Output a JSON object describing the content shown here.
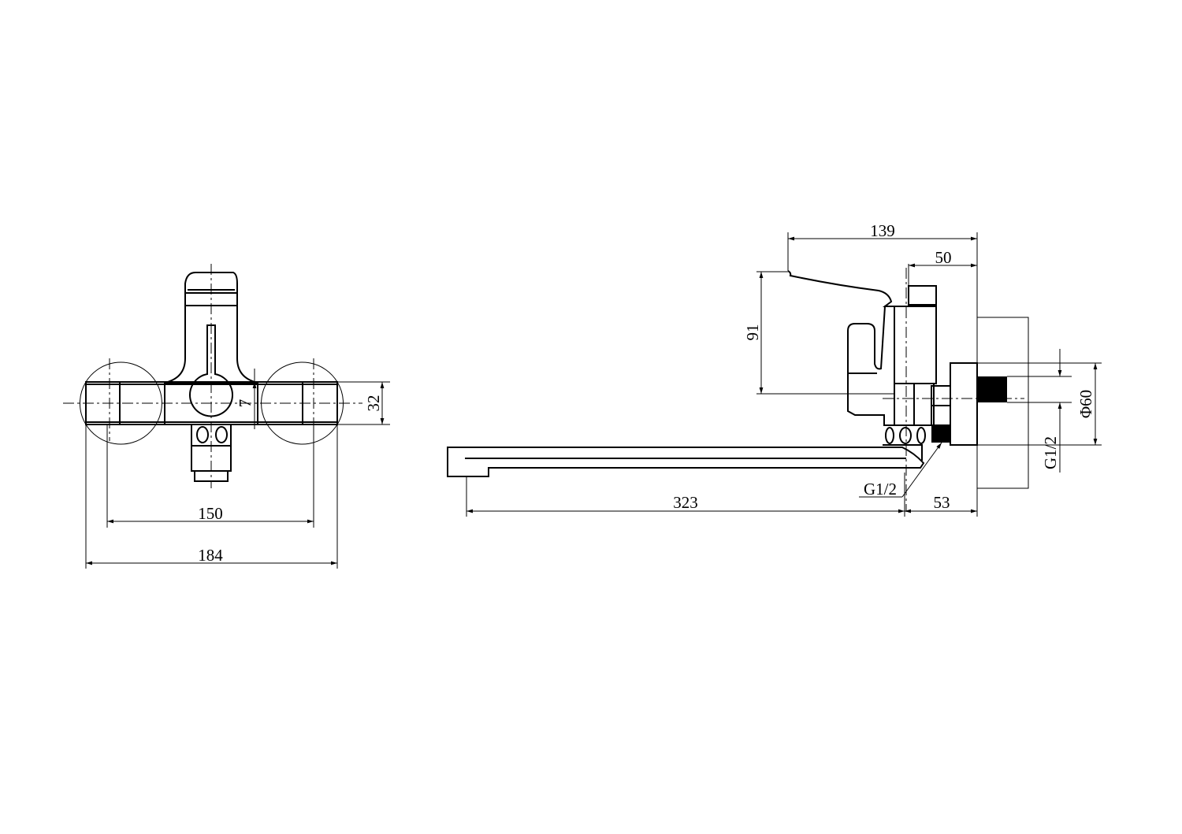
{
  "front_view": {
    "dimensions": {
      "body_height": "32",
      "offset": "7",
      "center_distance": "150",
      "overall_width": "184"
    }
  },
  "side_view": {
    "dimensions": {
      "lever_reach": "139",
      "body_depth": "50",
      "height": "91",
      "spout_length": "323",
      "wall_offset": "53",
      "flange_diameter": "Φ60",
      "outlet_thread": "G1/2",
      "inlet_thread": "G1/2"
    }
  },
  "colors": {
    "line": "#000000",
    "background": "#ffffff"
  }
}
